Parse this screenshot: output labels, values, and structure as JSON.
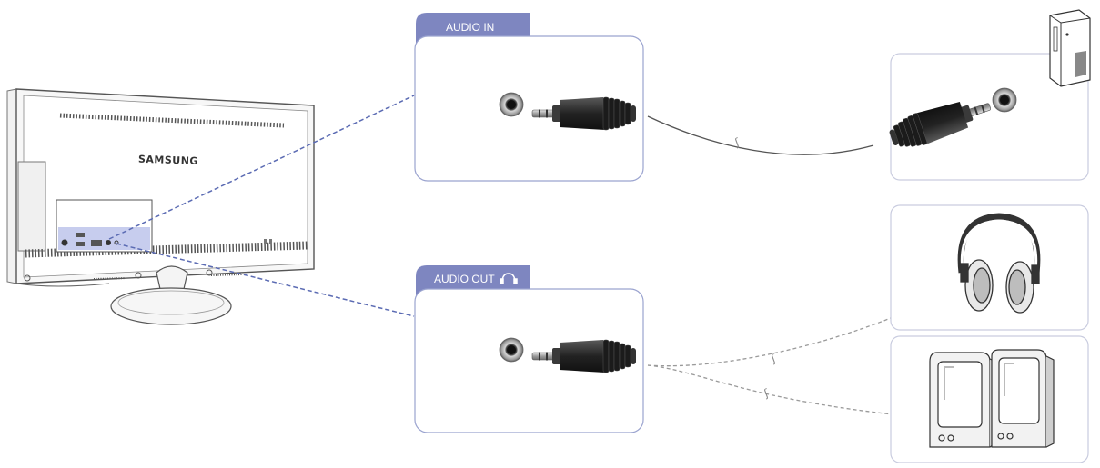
{
  "monitor": {
    "brand": "SAMSUNG"
  },
  "panels": {
    "audio_in": {
      "label": "AUDIO IN"
    },
    "audio_out": {
      "label": "AUDIO OUT"
    }
  },
  "devices": [
    "computer",
    "headphones",
    "speakers"
  ],
  "colors": {
    "tab": "#7e86c0",
    "panel_border": "#9aa3cf",
    "device_border": "#c9ccdf",
    "callout_line": "#5b6bb3",
    "port_highlight": "#c7cdee",
    "plug": "#2b2b2b",
    "cable": "#555555",
    "dashed_cable": "#9a9a9a"
  }
}
